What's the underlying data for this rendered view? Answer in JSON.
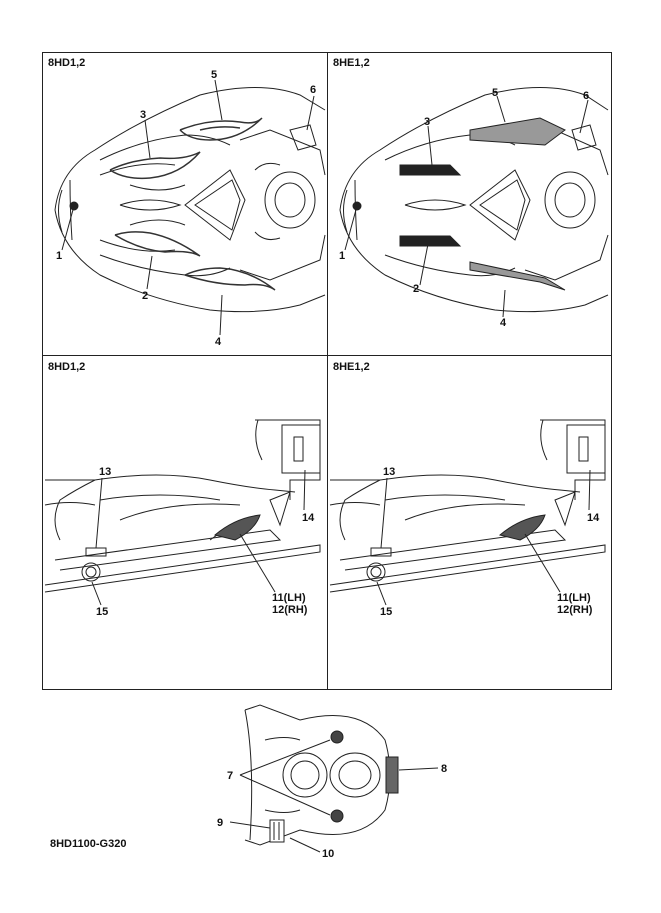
{
  "panels": {
    "top_left_label": "8HD1,2",
    "top_right_label": "8HE1,2",
    "bottom_left_label": "8HD1,2",
    "bottom_right_label": "8HE1,2"
  },
  "callouts": {
    "c1": "1",
    "c2": "2",
    "c3": "3",
    "c4": "4",
    "c5": "5",
    "c6": "6",
    "c7": "7",
    "c8": "8",
    "c9": "9",
    "c10": "10",
    "c11": "11(LH)",
    "c12": "12(RH)",
    "c13": "13",
    "c14": "14",
    "c15": "15"
  },
  "figure_code": "8HD1100-G320",
  "colors": {
    "line": "#222222",
    "decal_dark": "#333333",
    "decal_light": "#999999"
  }
}
